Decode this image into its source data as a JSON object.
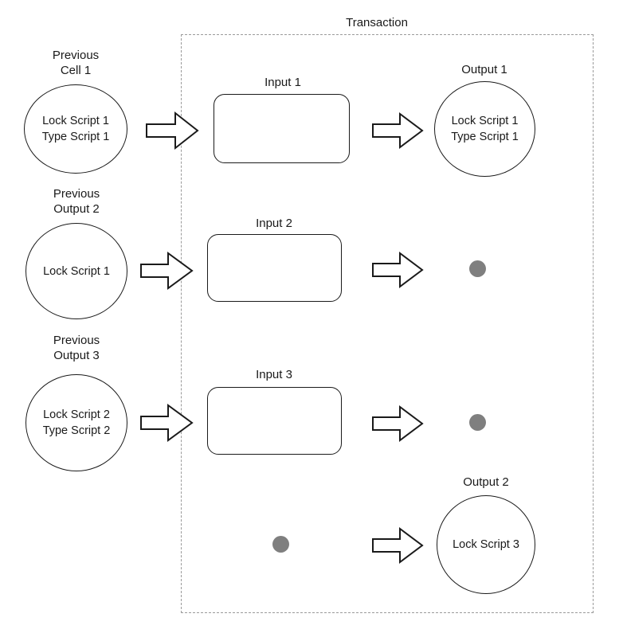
{
  "diagram": {
    "title": "Transaction",
    "type": "flow-diagram"
  },
  "previous_cells": [
    {
      "caption": "Previous\nCell 1",
      "scripts": "Lock Script 1\nType Script 1",
      "name": "previous-cell-1"
    },
    {
      "caption": "Previous\nOutput 2",
      "scripts": "Lock Script 1",
      "name": "previous-output-2"
    },
    {
      "caption": "Previous\nOutput 3",
      "scripts": "Lock Script 2\nType Script 2",
      "name": "previous-output-3"
    }
  ],
  "inputs": [
    {
      "label": "Input 1",
      "name": "input-1"
    },
    {
      "label": "Input 2",
      "name": "input-2"
    },
    {
      "label": "Input 3",
      "name": "input-3"
    }
  ],
  "outputs": [
    {
      "caption": "Output 1",
      "scripts": "Lock Script 1\nType Script 1",
      "name": "output-1"
    },
    {
      "caption": "Output 2",
      "scripts": "Lock Script 3",
      "name": "output-2"
    }
  ],
  "dots": [
    {
      "name": "output-placeholder-dot-row2"
    },
    {
      "name": "output-placeholder-dot-row3"
    },
    {
      "name": "input-placeholder-dot-row4"
    }
  ],
  "arrows": {
    "label": "flow-arrow",
    "count": 7
  },
  "colors": {
    "stroke": "#1a1a1a",
    "dashed_border": "#9a9a9a",
    "dot_fill": "#7f7f7f",
    "background": "#ffffff"
  }
}
